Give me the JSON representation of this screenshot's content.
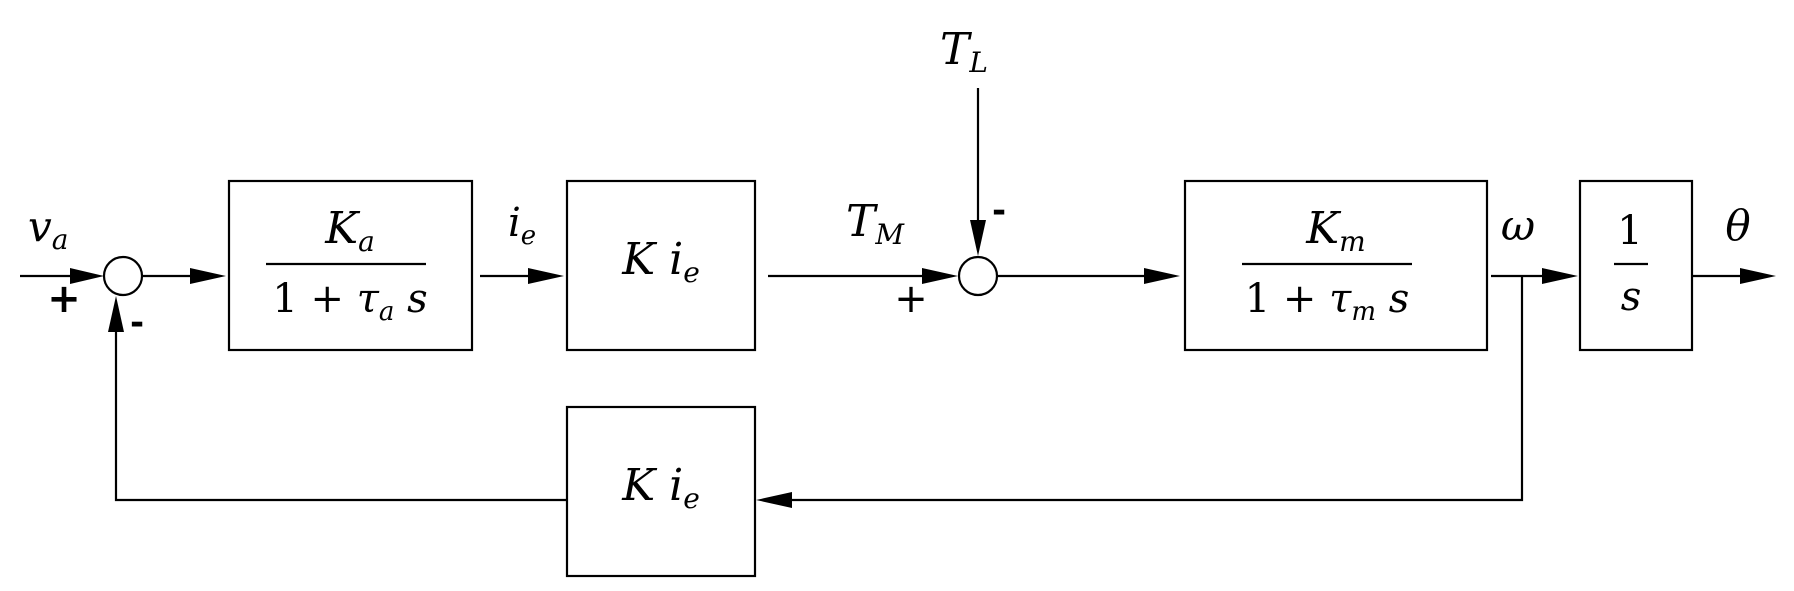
{
  "signals": {
    "input": {
      "base": "v",
      "sub": "a"
    },
    "armature_current": {
      "base": "i",
      "sub": "e"
    },
    "motor_torque": {
      "base": "T",
      "sub": "M"
    },
    "load_torque": {
      "base": "T",
      "sub": "L"
    },
    "speed": "ω",
    "angle": "θ"
  },
  "blocks": {
    "armature": {
      "num_base": "K",
      "num_sub": "a",
      "den_const": "1 + ",
      "den_tau": "τ",
      "den_sub": "a",
      "den_s": "s"
    },
    "torque_gain": {
      "k": "K",
      "i": "i",
      "sub": "e"
    },
    "mechanical": {
      "num_base": "K",
      "num_sub": "m",
      "den_const": "1 + ",
      "den_tau": "τ",
      "den_sub": "m",
      "den_s": "s"
    },
    "integrator": {
      "num": "1",
      "den": "s"
    },
    "feedback_gain": {
      "k": "K",
      "i": "i",
      "sub": "e"
    }
  },
  "signs": {
    "sum1_input": "+",
    "sum1_feedback": "-",
    "sum2_motor": "+",
    "sum2_load": "-"
  }
}
